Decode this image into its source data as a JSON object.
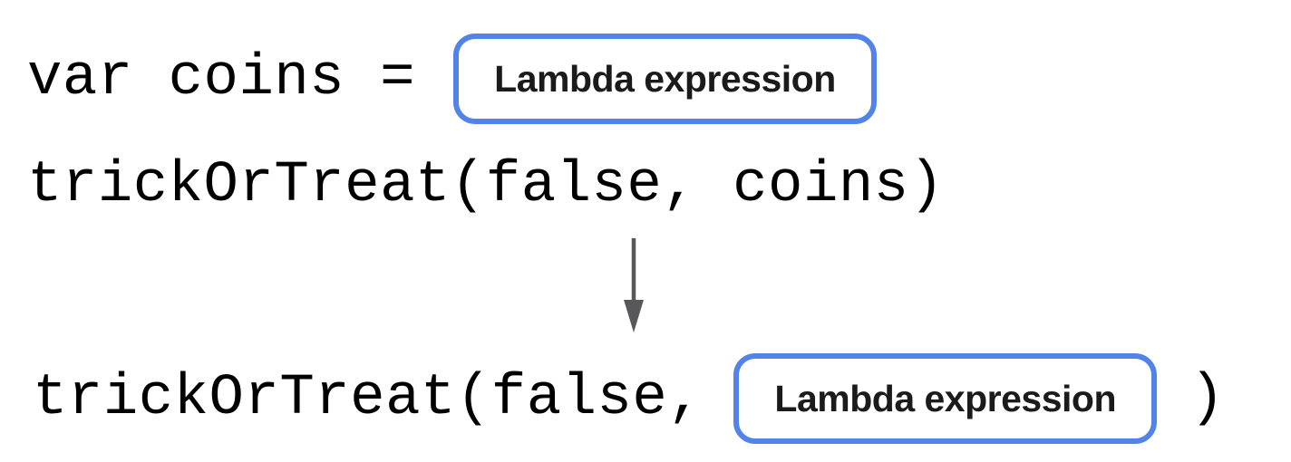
{
  "diagram": {
    "line1": {
      "code": "var coins =",
      "box_label": "Lambda expression"
    },
    "line2": {
      "code": "trickOrTreat(false, coins)"
    },
    "arrow": {
      "direction": "down"
    },
    "line3": {
      "code_before": "trickOrTreat(false,",
      "box_label": "Lambda expression",
      "code_after": ")"
    },
    "colors": {
      "box_border": "#5283E8",
      "arrow": "#58585B",
      "code_text": "#000000",
      "label_text": "#1B1B1B",
      "page_bg": "#FFFFFF"
    }
  }
}
